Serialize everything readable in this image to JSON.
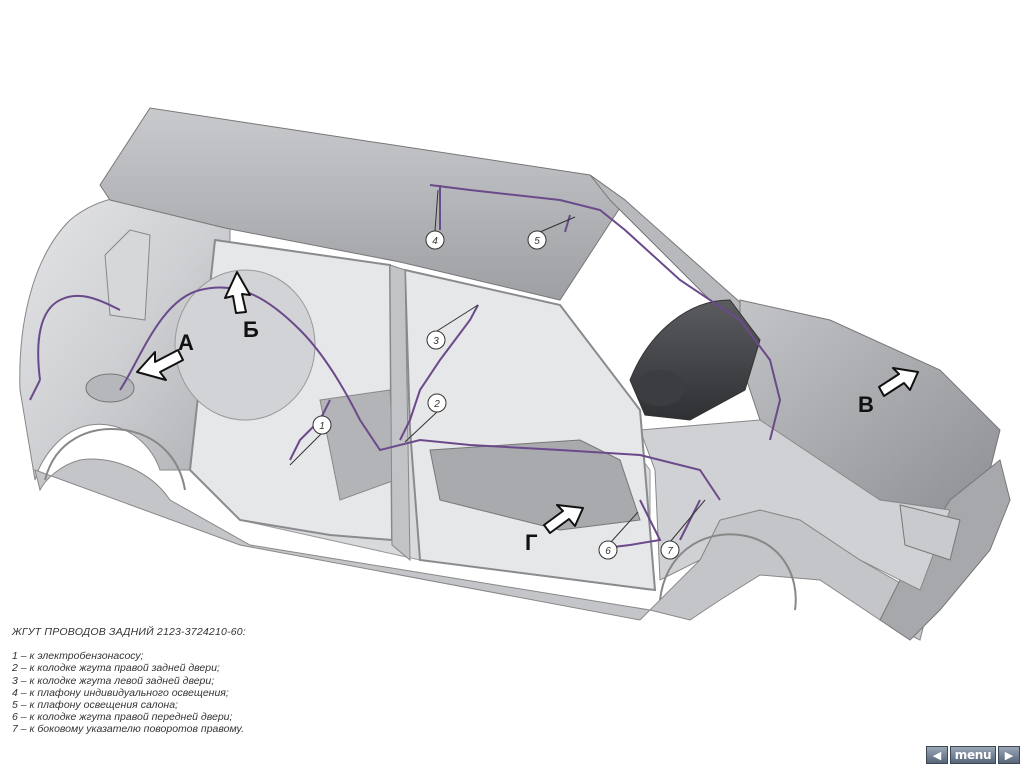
{
  "diagram": {
    "letters": [
      "А",
      "Б",
      "В",
      "Г"
    ],
    "callouts": [
      "1",
      "2",
      "3",
      "4",
      "5",
      "6",
      "7"
    ]
  },
  "legend": {
    "title": "ЖГУТ ПРОВОДОВ ЗАДНИЙ 2123-3724210-60:",
    "items": [
      "1 – к электробензонасосу;",
      "2 – к колодке жгута правой задней двери;",
      "3 – к колодке жгута левой задней двери;",
      "4 – к плафону индивидуального освещения;",
      "5 – к плафону освещения салона;",
      "6 – к колодке жгута правой передней двери;",
      "7 – к боковому указателю поворотов правому."
    ]
  },
  "nav": {
    "prev": "◀",
    "menu": "menu",
    "next": "▶"
  }
}
